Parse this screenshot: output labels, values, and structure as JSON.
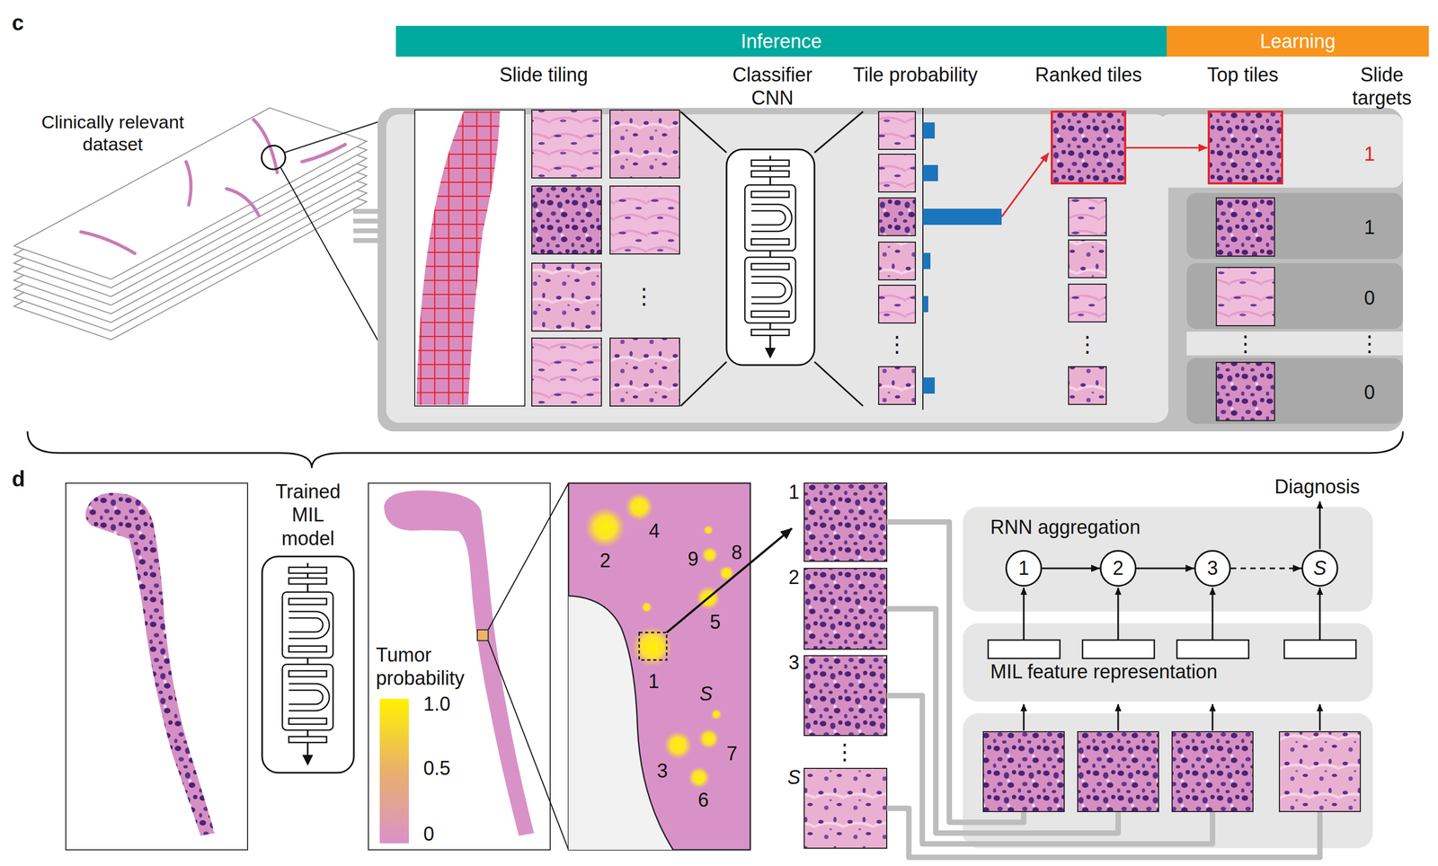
{
  "diagram": {
    "nodes": [
      {
        "text": [
          "Inference"
        ]
      },
      {
        "text": [
          "Learning"
        ]
      },
      {
        "text": [
          "RNN aggregation"
        ]
      },
      {
        "text": [
          "1"
        ],
        "in": 2
      },
      {
        "text": [
          "2"
        ],
        "in": 2
      },
      {
        "text": [
          "3"
        ],
        "in": 2
      },
      {
        "text": [
          "S"
        ],
        "in": 2
      },
      {
        "text": [
          "MIL feature representation"
        ]
      }
    ],
    "edges": [
      {
        "from": 3,
        "to": 4,
        "arrow": "to"
      },
      {
        "from": 4,
        "to": 5,
        "arrow": "to"
      },
      {
        "from": 5,
        "to": 6,
        "arrow": "to"
      }
    ],
    "labels": [
      "c",
      "Clinically relevant dataset",
      "Slide tiling",
      "Classifier CNN",
      "Tile probability",
      "Ranked tiles",
      "Top tiles",
      "Slide targets",
      "⋮",
      "⋮",
      "⋮",
      "1",
      "1",
      "0",
      "⋮",
      "⋮",
      "0",
      "d",
      "Trained MIL model",
      "Tumor probability",
      "1.0",
      "0.5",
      "0",
      "2",
      "4",
      "9",
      "8",
      "5",
      "1",
      "S",
      "7",
      "3",
      "6",
      "1",
      "2",
      "3",
      "⋮",
      "S",
      "Diagnosis"
    ]
  }
}
